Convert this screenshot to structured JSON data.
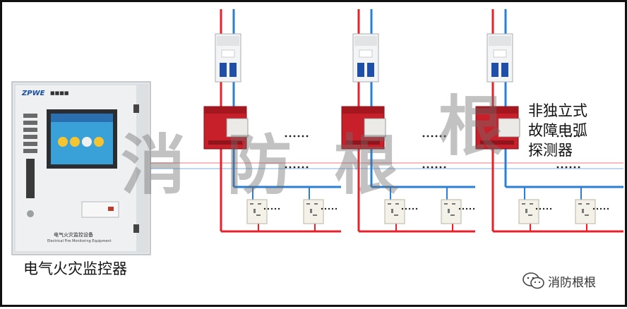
{
  "labels": {
    "controller": "电气火灾监控器",
    "detector_line1": "非独立式",
    "detector_line2": "故障电弧",
    "detector_line3": "探测器"
  },
  "watermark": {
    "big_chars": [
      "消",
      "防",
      "根",
      "根"
    ],
    "account_name": "消防根根",
    "icon": "wechat-icon"
  },
  "panel": {
    "brand": "ZPWE",
    "brand_cn": "■■■■",
    "title": "电气火灾监控设备",
    "subtitle": "Electrical Fire Monitoring Equipment"
  },
  "colors": {
    "live_wire": "#e8202a",
    "neutral_wire": "#2a7fd4",
    "detector": "#c8202a",
    "breaker_handle": "#1f4fa8",
    "panel": "#e9ecee",
    "screen": "#3aa0d8"
  },
  "ellipsis": "••••••",
  "branch_count": 3
}
